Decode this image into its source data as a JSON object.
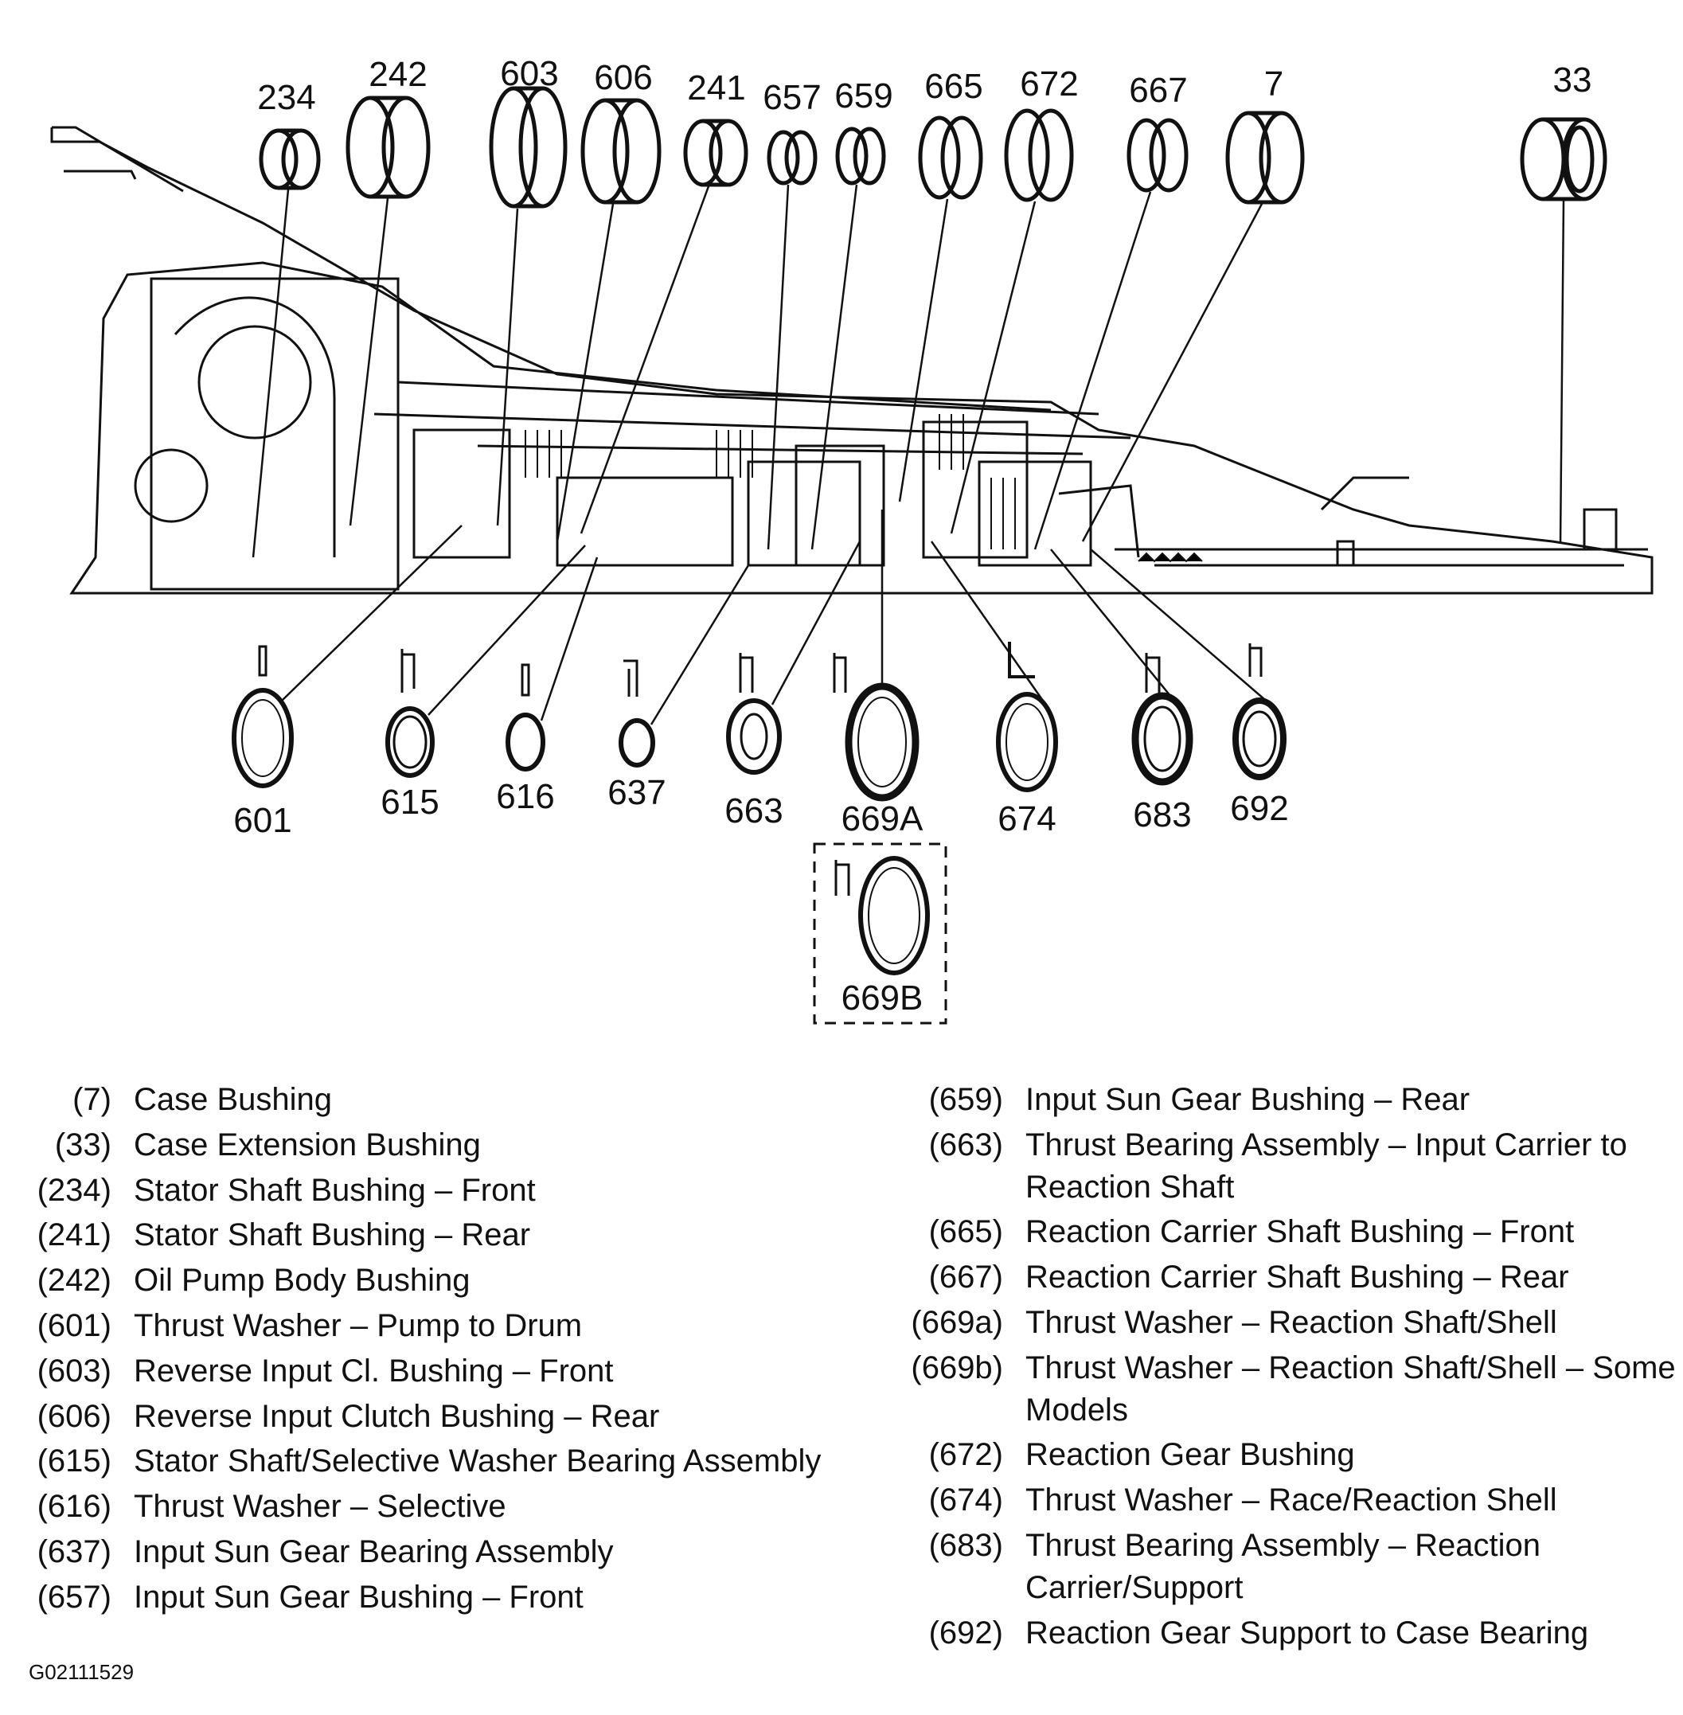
{
  "diagram": {
    "top_labels": [
      "234",
      "242",
      "603",
      "606",
      "241",
      "657",
      "659",
      "665",
      "672",
      "667",
      "7",
      "33"
    ],
    "bottom_labels": [
      "601",
      "615",
      "616",
      "637",
      "663",
      "669A",
      "674",
      "683",
      "692"
    ],
    "inset_label": "669B"
  },
  "legend": {
    "left": [
      {
        "num": "(7)",
        "desc": "Case Bushing"
      },
      {
        "num": "(33)",
        "desc": "Case Extension Bushing"
      },
      {
        "num": "(234)",
        "desc": "Stator Shaft Bushing – Front"
      },
      {
        "num": "(241)",
        "desc": "Stator Shaft Bushing – Rear"
      },
      {
        "num": "(242)",
        "desc": "Oil Pump Body Bushing"
      },
      {
        "num": "(601)",
        "desc": "Thrust Washer – Pump to Drum"
      },
      {
        "num": "(603)",
        "desc": "Reverse Input Cl. Bushing – Front"
      },
      {
        "num": "(606)",
        "desc": "Reverse Input Clutch Bushing – Rear"
      },
      {
        "num": "(615)",
        "desc": "Stator Shaft/Selective Washer Bearing Assembly"
      },
      {
        "num": "(616)",
        "desc": "Thrust Washer – Selective"
      },
      {
        "num": "(637)",
        "desc": "Input Sun Gear Bearing Assembly"
      },
      {
        "num": "(657)",
        "desc": "Input Sun Gear Bushing – Front"
      }
    ],
    "right": [
      {
        "num": "(659)",
        "desc": "Input Sun Gear Bushing – Rear"
      },
      {
        "num": "(663)",
        "desc": "Thrust Bearing Assembly – Input Carrier to Reaction Shaft"
      },
      {
        "num": "(665)",
        "desc": "Reaction Carrier Shaft Bushing – Front"
      },
      {
        "num": "(667)",
        "desc": "Reaction Carrier Shaft Bushing – Rear"
      },
      {
        "num": "(669a)",
        "desc": "Thrust Washer – Reaction Shaft/Shell"
      },
      {
        "num": "(669b)",
        "desc": "Thrust Washer – Reaction Shaft/Shell – Some Models"
      },
      {
        "num": "(672)",
        "desc": "Reaction Gear Bushing"
      },
      {
        "num": "(674)",
        "desc": "Thrust Washer – Race/Reaction Shell"
      },
      {
        "num": "(683)",
        "desc": "Thrust Bearing Assembly – Reaction Carrier/Support"
      },
      {
        "num": "(692)",
        "desc": "Reaction Gear Support to Case Bearing"
      }
    ]
  },
  "figure_id": "G02111529"
}
